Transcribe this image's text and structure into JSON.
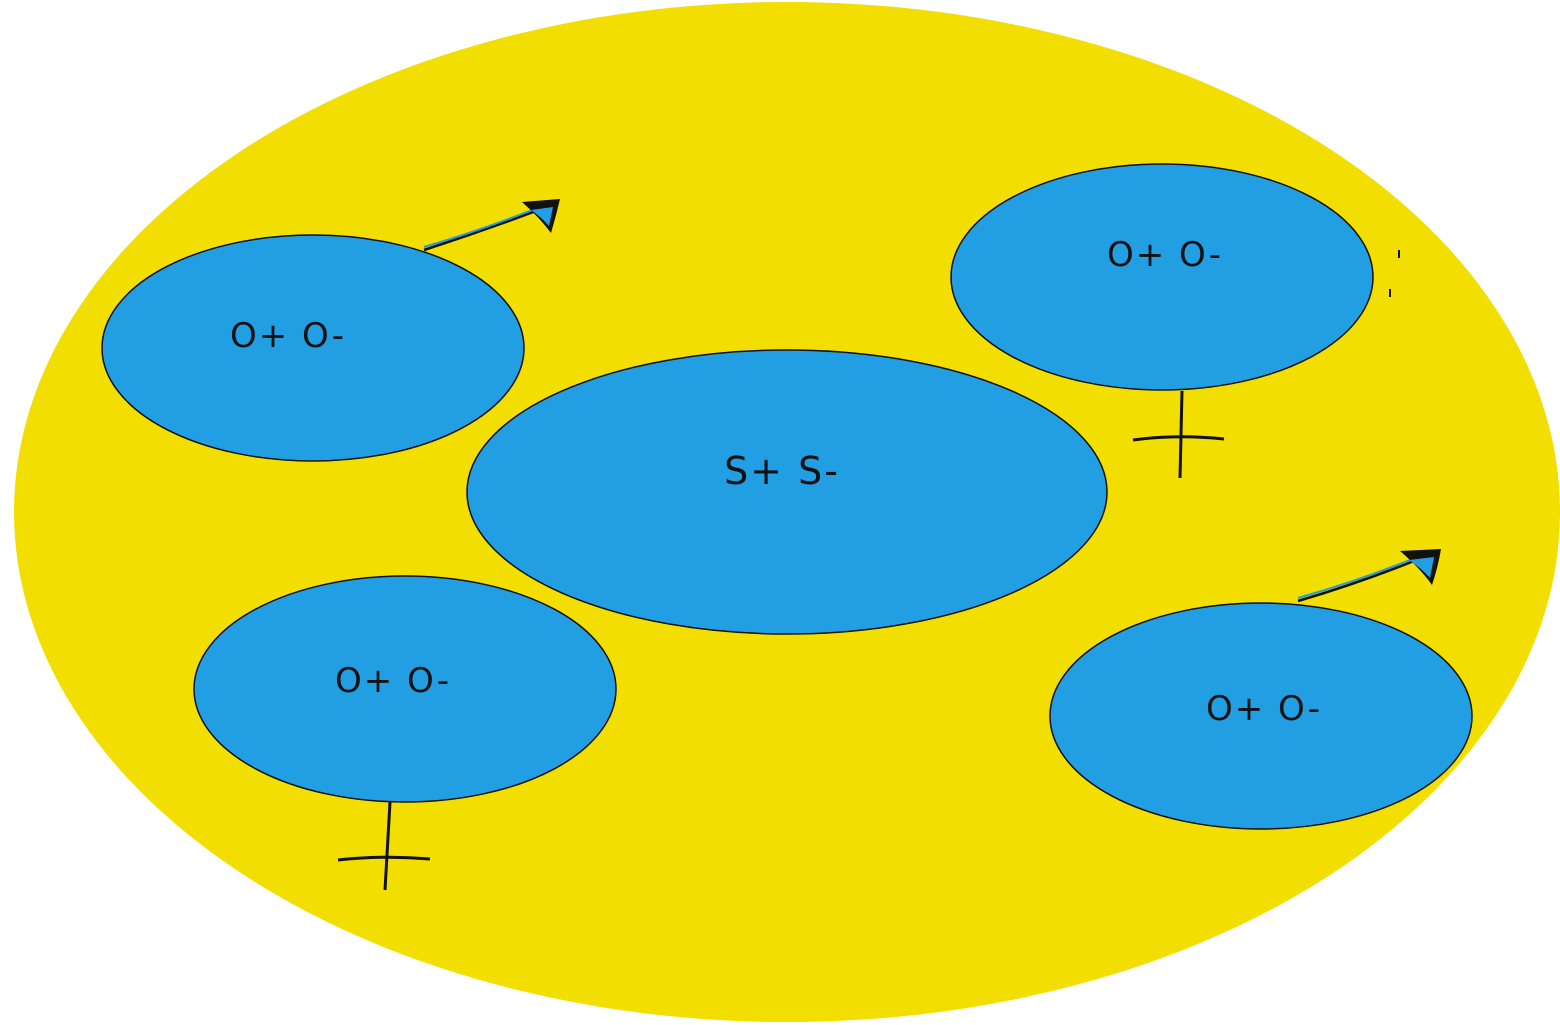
{
  "diagram": {
    "colors": {
      "outer_fill": "#f2de00",
      "bubble_fill": "#229ee3",
      "outline": "#111111"
    },
    "center_bubble": {
      "label": "S+ S-"
    },
    "bubbles": [
      {
        "label": "O+ O-",
        "symbol": "male"
      },
      {
        "label": "O+ O-",
        "symbol": "female"
      },
      {
        "label": "O+ O-",
        "symbol": "female"
      },
      {
        "label": "O+ O-",
        "symbol": "male"
      }
    ]
  }
}
